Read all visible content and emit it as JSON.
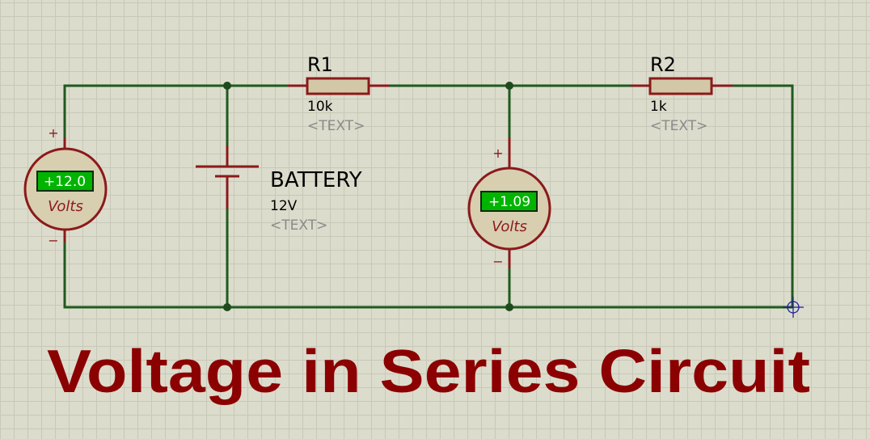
{
  "title": "Voltage in Series Circuit",
  "colors": {
    "wire": "#1e5a1e",
    "component": "#8b1a1a",
    "lcd": "#00b400",
    "title": "#8b0000"
  },
  "voltmeter_battery": {
    "reading": "+12.0",
    "unit": "Volts",
    "plus": "+",
    "minus": "−"
  },
  "voltmeter_r2": {
    "reading": "+1.09",
    "unit": "Volts",
    "plus": "+",
    "minus": "−"
  },
  "battery": {
    "ref": "BATTERY",
    "value": "12V",
    "text": "<TEXT>"
  },
  "r1": {
    "ref": "R1",
    "value": "10k",
    "text": "<TEXT>"
  },
  "r2": {
    "ref": "R2",
    "value": "1k",
    "text": "<TEXT>"
  }
}
